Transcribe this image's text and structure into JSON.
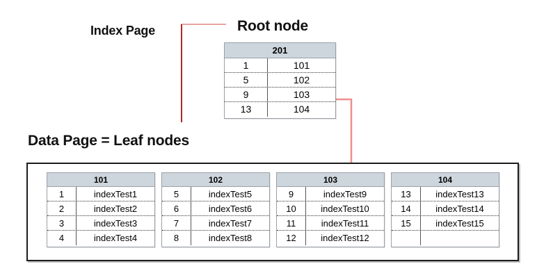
{
  "diagram": {
    "title_labels": {
      "index_page": "Index Page",
      "root_node": "Root node",
      "data_page": "Data Page = Leaf nodes"
    },
    "colors": {
      "header_fill": "#cdd6dc",
      "table_border": "#9aa0a6",
      "connector_red": "#d64545",
      "container_border": "#1b1b1b",
      "text": "#111111"
    },
    "root_node": {
      "page_id": "201",
      "rows": [
        {
          "key": "1",
          "value": "101"
        },
        {
          "key": "5",
          "value": "102"
        },
        {
          "key": "9",
          "value": "103"
        },
        {
          "key": "13",
          "value": "104"
        }
      ]
    },
    "leaf_nodes": [
      {
        "page_id": "101",
        "rows": [
          {
            "key": "1",
            "value": "indexTest1"
          },
          {
            "key": "2",
            "value": "indexTest2"
          },
          {
            "key": "3",
            "value": "indexTest3"
          },
          {
            "key": "4",
            "value": "indexTest4"
          }
        ]
      },
      {
        "page_id": "102",
        "rows": [
          {
            "key": "5",
            "value": "indexTest5"
          },
          {
            "key": "6",
            "value": "indexTest6"
          },
          {
            "key": "7",
            "value": "indexTest7"
          },
          {
            "key": "8",
            "value": "indexTest8"
          }
        ]
      },
      {
        "page_id": "103",
        "rows": [
          {
            "key": "9",
            "value": "indexTest9"
          },
          {
            "key": "10",
            "value": "indexTest10"
          },
          {
            "key": "11",
            "value": "indexTest11"
          },
          {
            "key": "12",
            "value": "indexTest12"
          }
        ]
      },
      {
        "page_id": "104",
        "rows": [
          {
            "key": "13",
            "value": "indexTest13"
          },
          {
            "key": "14",
            "value": "indexTest14"
          },
          {
            "key": "15",
            "value": "indexTest15"
          },
          {
            "key": "",
            "value": ""
          }
        ]
      }
    ],
    "connectors": [
      {
        "name": "index-page-to-root",
        "from": "Index Page",
        "to": "Root node / index page bracket",
        "arrow": false
      },
      {
        "name": "root-103-to-leaf-103",
        "from": "201 row value 103",
        "to": "leaf page 103",
        "arrow": true
      }
    ]
  }
}
